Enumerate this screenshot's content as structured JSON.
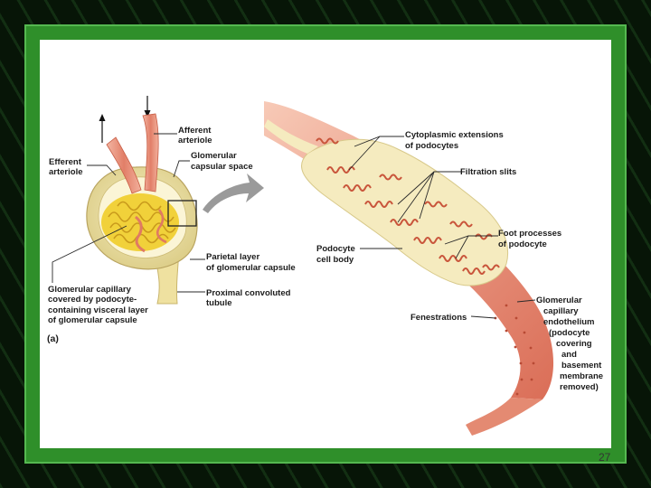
{
  "labels": {
    "afferent_arteriole": [
      "Afferent",
      "arteriole"
    ],
    "efferent_arteriole": [
      "Efferent",
      "arteriole"
    ],
    "glomerular_capsular_space": [
      "Glomerular",
      "capsular space"
    ],
    "parietal_layer": [
      "Parietal layer",
      "of glomerular capsule"
    ],
    "proximal_convoluted_tubule": [
      "Proximal convoluted",
      "tubule"
    ],
    "glomerular_capillary_covered": [
      "Glomerular capillary",
      "covered by podocyte-",
      "containing visceral layer",
      "of glomerular capsule"
    ],
    "panel_letter": "(a)",
    "cytoplasmic_extensions": [
      "Cytoplasmic extensions",
      "of podocytes"
    ],
    "filtration_slits": "Filtration slits",
    "foot_processes": [
      "Foot processes",
      "of podocyte"
    ],
    "podocyte_cell_body": [
      "Podocyte",
      "cell body"
    ],
    "fenestrations": "Fenestrations",
    "glomerular_capillary_endothelium": [
      "Glomerular",
      "capillary",
      "endothelium",
      "(podocyte",
      "covering",
      "and",
      "basement",
      "membrane",
      "removed)"
    ]
  },
  "page_number": "27",
  "colors": {
    "background": "#071507",
    "frame_green": "#2f8f2a",
    "panel": "#ffffff",
    "vessel": "#e8927c",
    "glomerulus": "#f1d13a",
    "capsule": "#efe3a6",
    "podocyte": "#f6ecc2",
    "foot_process": "#c9553b"
  }
}
